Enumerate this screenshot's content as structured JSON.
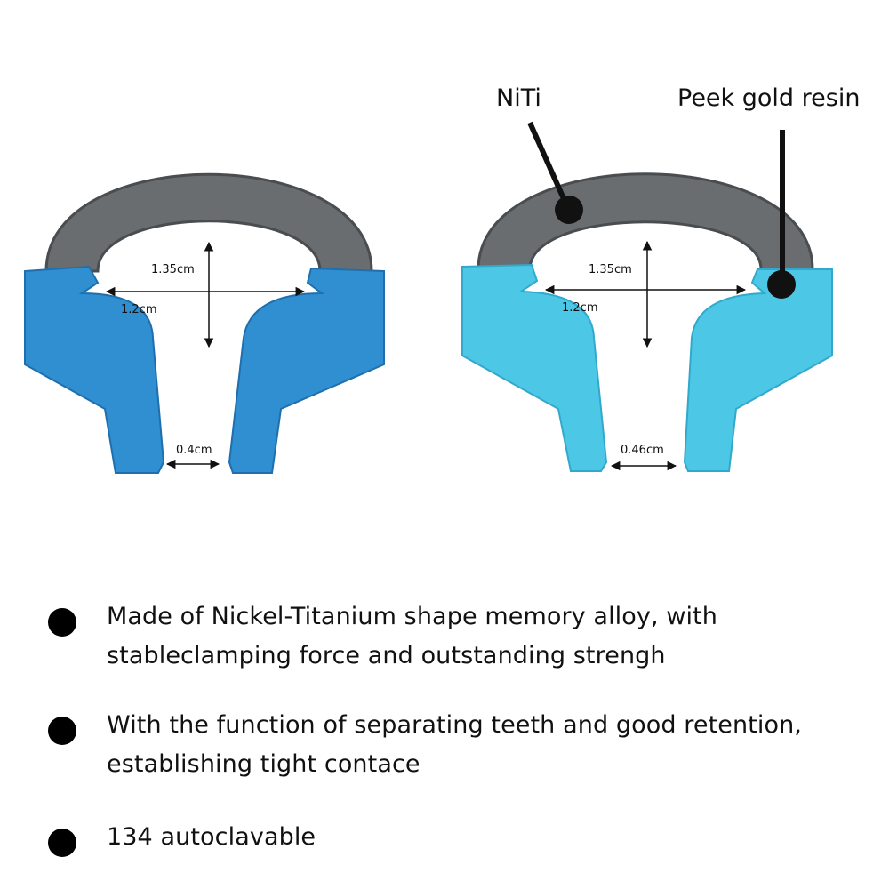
{
  "colors": {
    "ring": "#6a6d6f",
    "ring_dark": "#4a4d50",
    "tine_left": "#2f8fd0",
    "tine_left_dark": "#1f6fae",
    "tine_right": "#4cc8e6",
    "tine_right_dark": "#32a9cc",
    "text": "#111111",
    "dot": "#000000"
  },
  "left_ring": {
    "height_label": "1.35cm",
    "width_label": "1.2cm",
    "gap_label": "0.4cm"
  },
  "right_ring": {
    "height_label": "1.35cm",
    "width_label": "1.2cm",
    "gap_label": "0.46cm",
    "callout_ring": "NiTi",
    "callout_tine": "Peek gold resin"
  },
  "bullets": [
    {
      "text": "Made of Nickel-Titanium shape memory alloy, with stableclamping force and outstanding strengh"
    },
    {
      "text": "With the function of separating teeth and good retention, establishing tight contace"
    },
    {
      "text": "134 autoclavable"
    }
  ]
}
